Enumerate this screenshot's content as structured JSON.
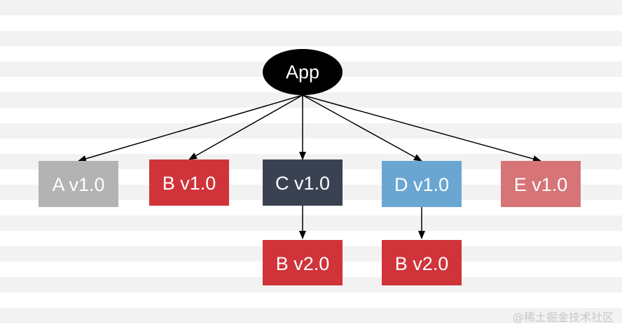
{
  "diagram": {
    "root": {
      "label": "App",
      "color": "#000000"
    },
    "nodes": {
      "a_v1": {
        "label": "A v1.0",
        "color": "#b3b3b3"
      },
      "b_v1": {
        "label": "B v1.0",
        "color": "#d0343a"
      },
      "c_v1": {
        "label": "C v1.0",
        "color": "#3a4252"
      },
      "d_v1": {
        "label": "D v1.0",
        "color": "#6aa6d2"
      },
      "e_v1": {
        "label": "E v1.0",
        "color": "#d77478"
      },
      "b_v2_under_c": {
        "label": "B v2.0",
        "color": "#d0343a"
      },
      "b_v2_under_d": {
        "label": "B v2.0",
        "color": "#d0343a"
      }
    },
    "edges": [
      {
        "from": "App",
        "to": "A v1.0"
      },
      {
        "from": "App",
        "to": "B v1.0"
      },
      {
        "from": "App",
        "to": "C v1.0"
      },
      {
        "from": "App",
        "to": "D v1.0"
      },
      {
        "from": "App",
        "to": "E v1.0"
      },
      {
        "from": "C v1.0",
        "to": "B v2.0"
      },
      {
        "from": "D v1.0",
        "to": "B v2.0"
      }
    ]
  },
  "watermark": "@稀土掘金技术社区"
}
